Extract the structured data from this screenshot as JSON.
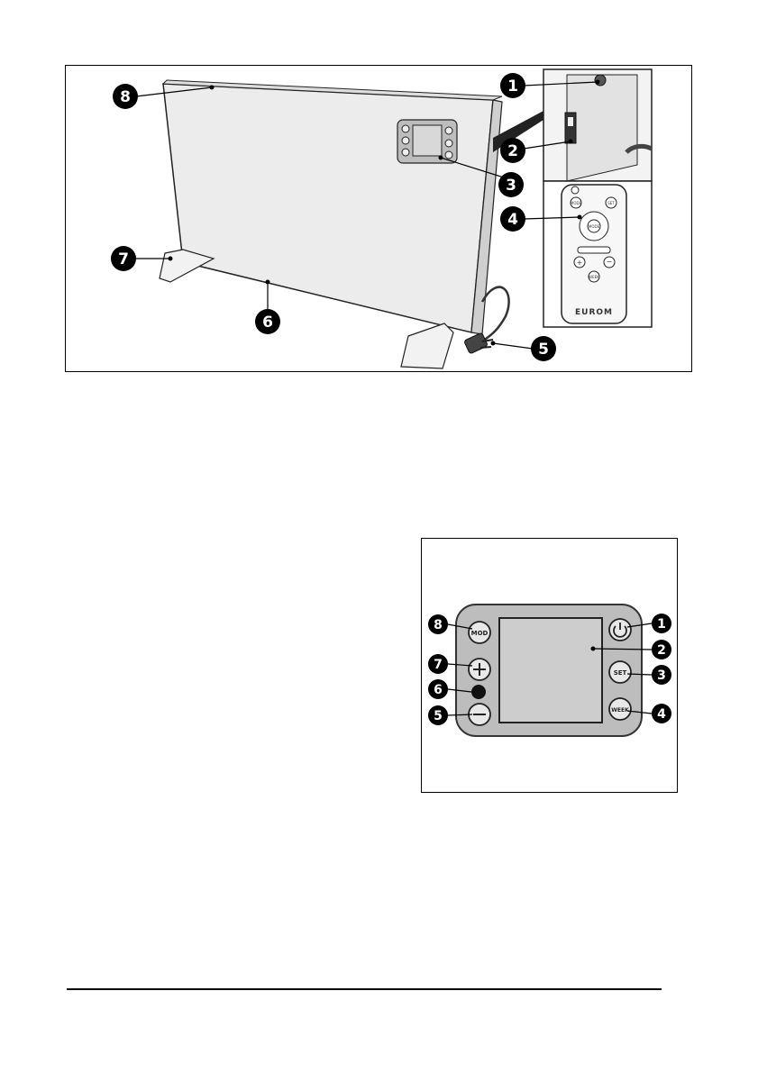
{
  "heater_figure": {
    "callouts": [
      "1",
      "2",
      "3",
      "4",
      "5",
      "6",
      "7",
      "8"
    ],
    "remote_brand": "EUROM",
    "remote_labels": {
      "mode": "MODE",
      "set": "SET",
      "ok": "MODE",
      "week": "WEEK"
    }
  },
  "panel_figure": {
    "callouts": [
      "1",
      "2",
      "3",
      "4",
      "5",
      "6",
      "7",
      "8"
    ],
    "buttons": {
      "mod": "MOD",
      "set": "SET",
      "week": "WEEK"
    }
  },
  "colors": {
    "badge": "#000000",
    "panel_face": "#bdbdbd",
    "heater_face": "#ececec"
  }
}
